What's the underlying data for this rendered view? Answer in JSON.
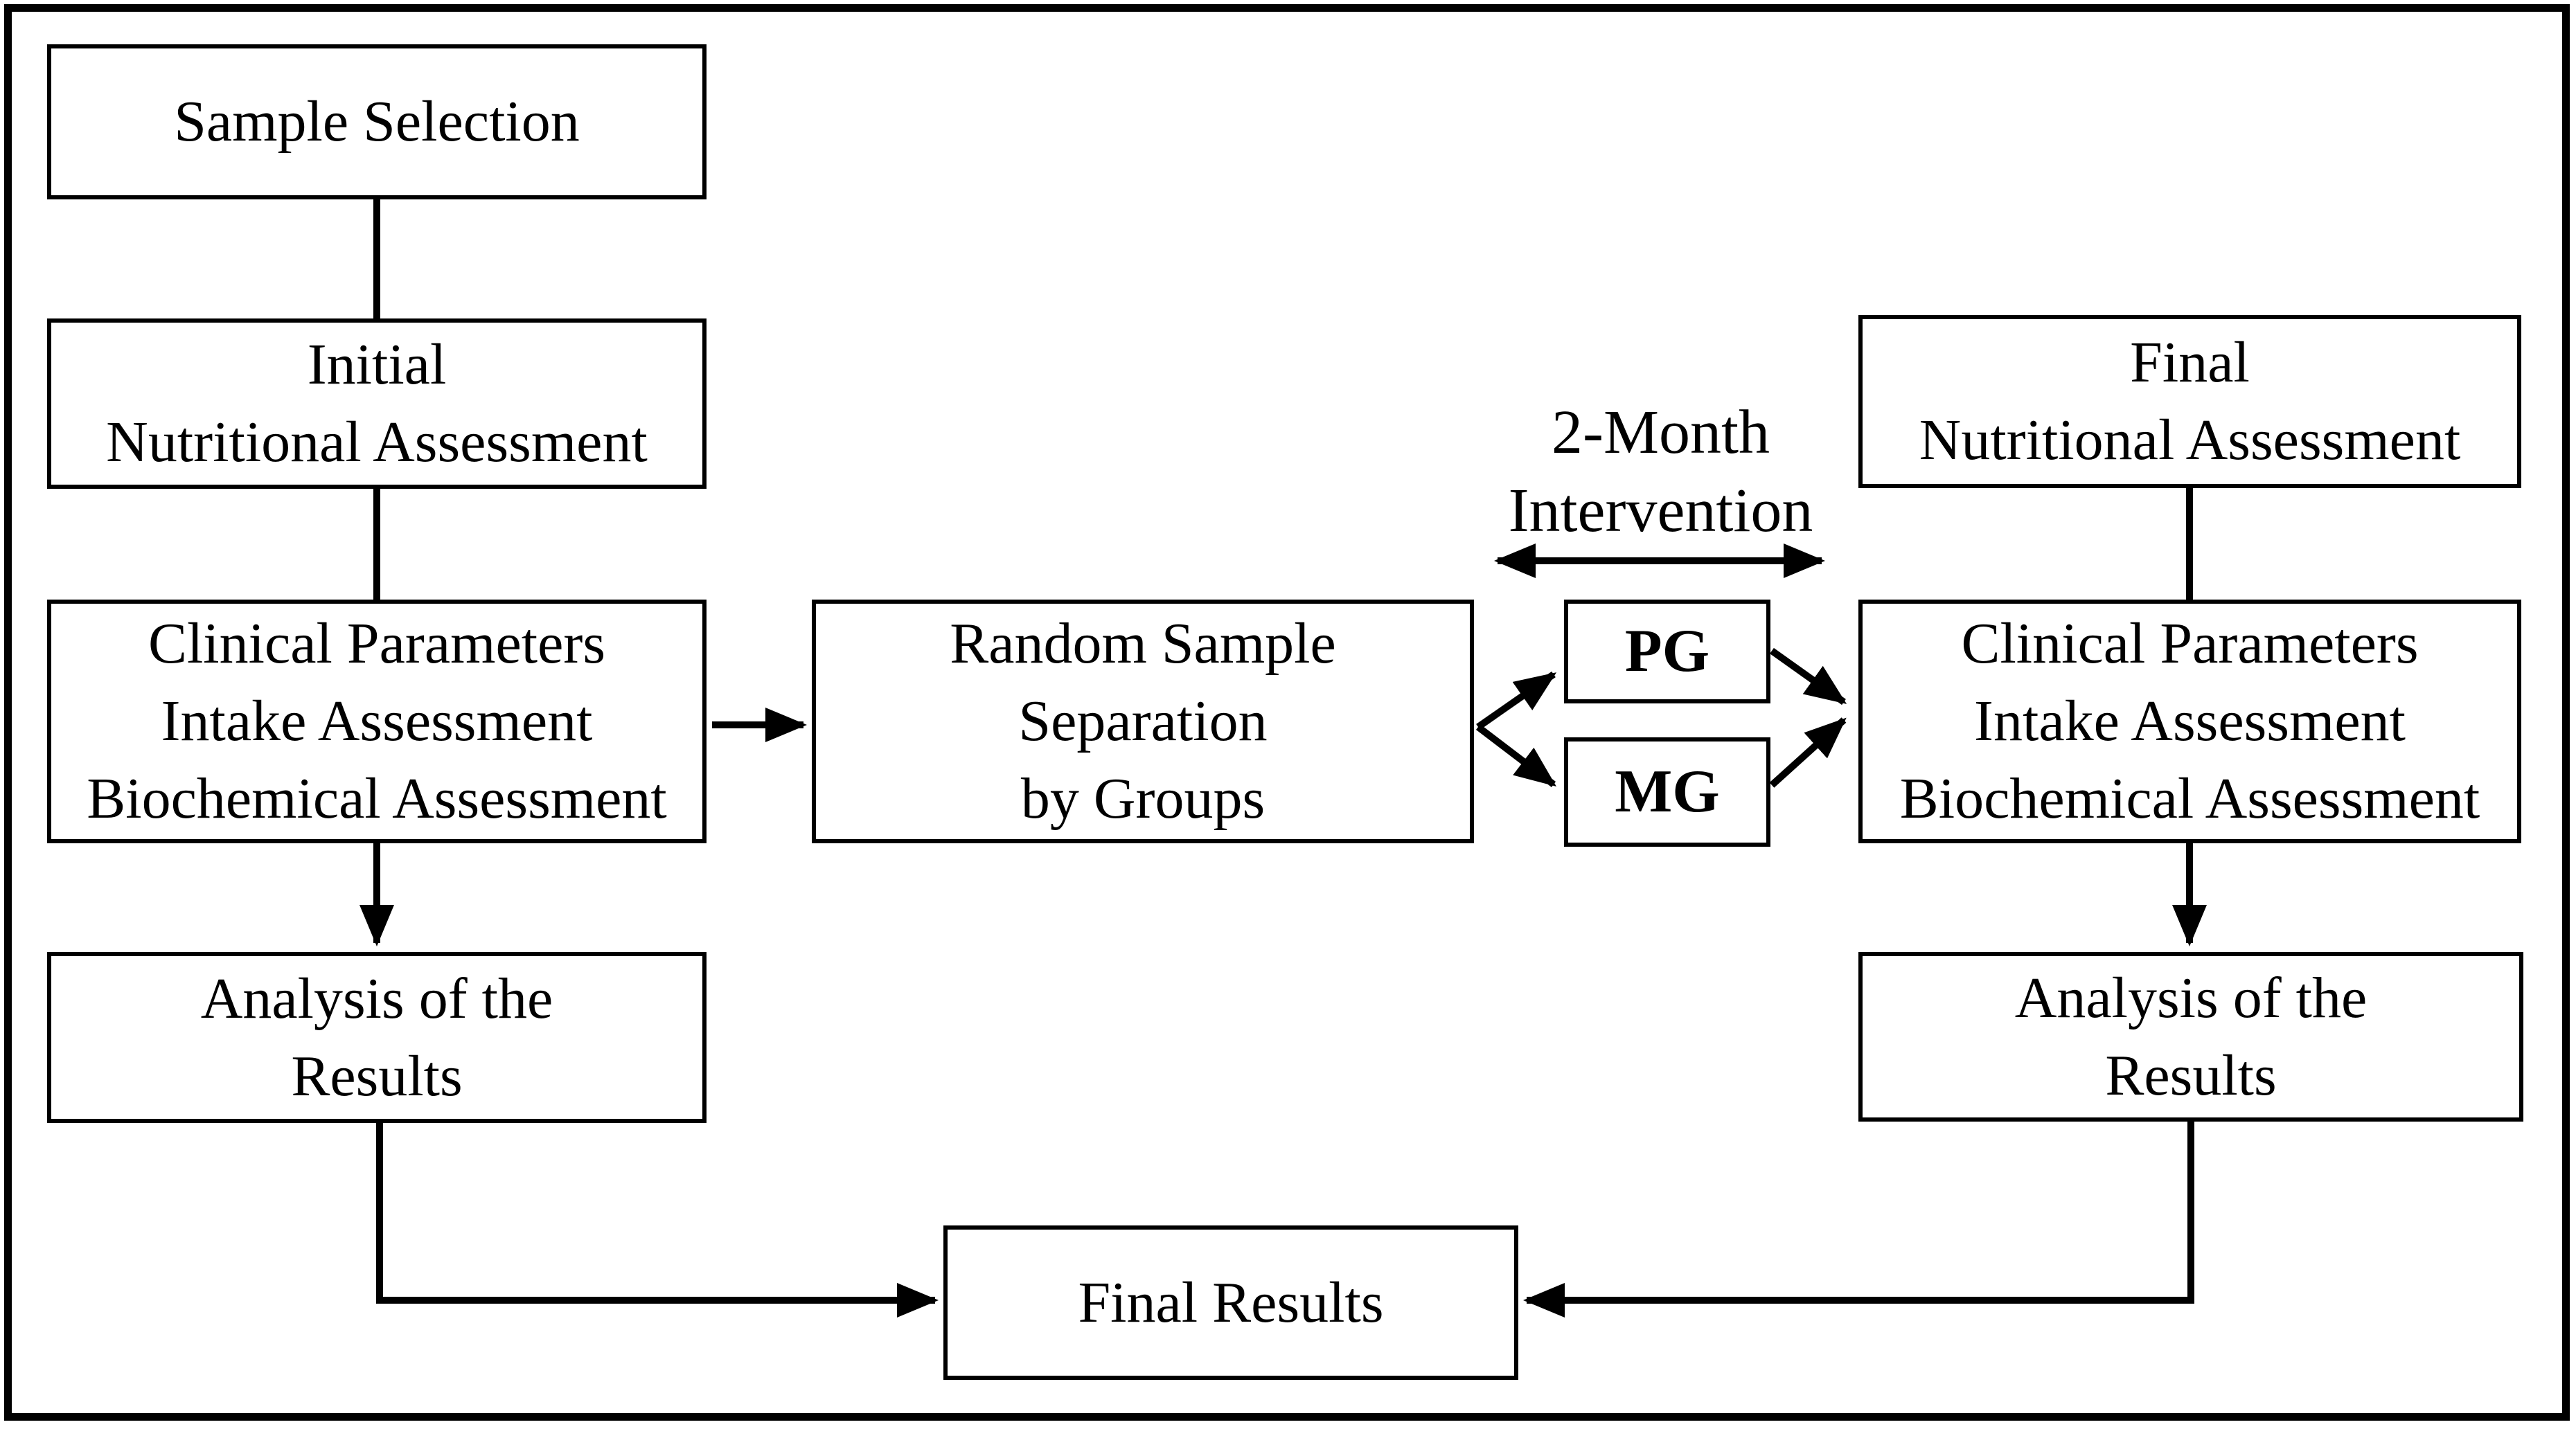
{
  "diagram_type": "study-design-flowchart",
  "colors": {
    "line": "#000000",
    "background": "#ffffff",
    "box_fill": "#ffffff"
  },
  "boxes": {
    "sample_selection": {
      "lines": [
        "Sample Selection"
      ]
    },
    "initial_assessment": {
      "lines": [
        "Initial",
        "Nutritional Assessment"
      ]
    },
    "clinical_left": {
      "lines": [
        "Clinical Parameters",
        "Intake Assessment",
        "Biochemical Assessment"
      ]
    },
    "analysis_left": {
      "lines": [
        "Analysis of the",
        "Results"
      ]
    },
    "random_separation": {
      "lines": [
        "Random Sample",
        "Separation",
        "by Groups"
      ]
    },
    "pg": {
      "lines": [
        "PG"
      ]
    },
    "mg": {
      "lines": [
        "MG"
      ]
    },
    "final_assessment": {
      "lines": [
        "Final",
        "Nutritional Assessment"
      ]
    },
    "clinical_right": {
      "lines": [
        "Clinical Parameters",
        "Intake Assessment",
        "Biochemical Assessment"
      ]
    },
    "analysis_right": {
      "lines": [
        "Analysis of the",
        "Results"
      ]
    },
    "final_results": {
      "lines": [
        "Final Results"
      ]
    }
  },
  "labels": {
    "intervention": {
      "lines": [
        "2-Month",
        "Intervention"
      ]
    }
  }
}
